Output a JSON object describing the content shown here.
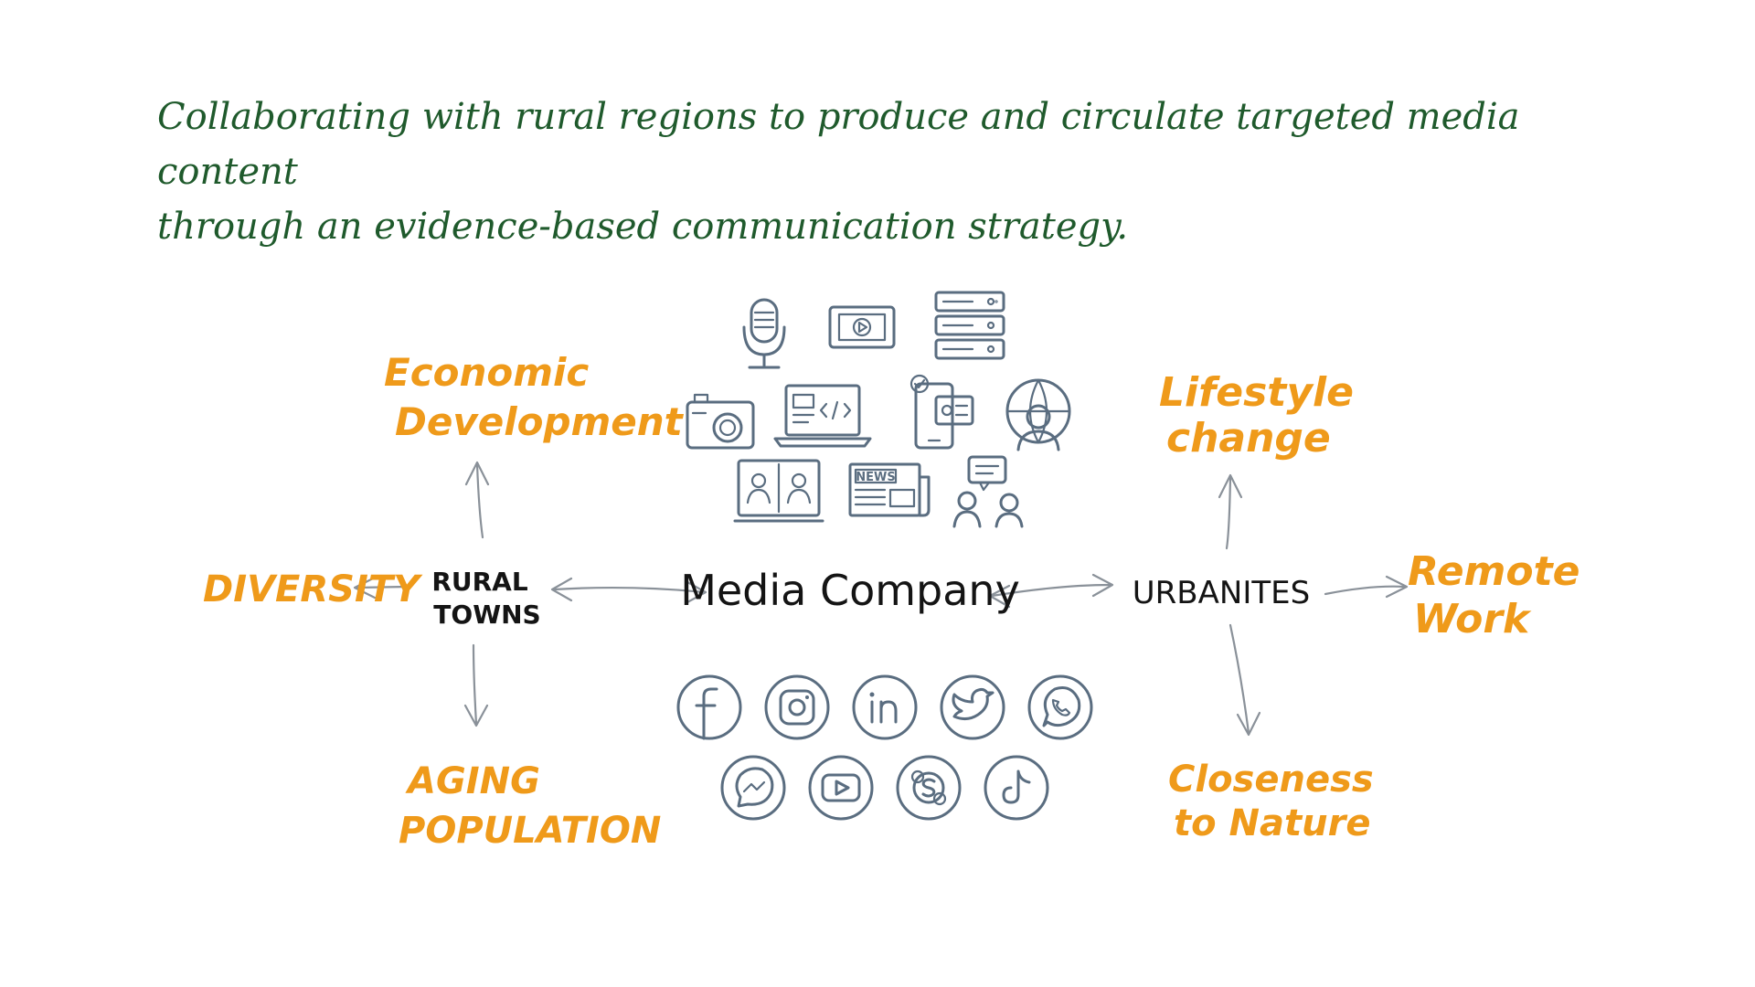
{
  "headline": {
    "line1": "Collaborating with rural regions to produce and circulate targeted media content",
    "line2": "through an evidence-based communication strategy."
  },
  "nodes": {
    "center": "Media Company",
    "rural": {
      "line1": "RURAL",
      "line2": "TOWNS"
    },
    "urban": "URBANITES"
  },
  "rural_outcomes": {
    "economic": {
      "line1": "Economic",
      "line2": "Development"
    },
    "diversity": "DIVERSITY",
    "aging": {
      "line1": "AGING",
      "line2": "POPULATION"
    }
  },
  "urban_outcomes": {
    "lifestyle": {
      "line1": "Lifestyle",
      "line2": "change"
    },
    "remote": {
      "line1": "Remote",
      "line2": "Work"
    },
    "nature": {
      "line1": "Closeness",
      "line2": "to Nature"
    }
  },
  "news_badge": "NEWS",
  "icons": {
    "media": [
      "microphone-icon",
      "video-player-icon",
      "server-icon",
      "camera-icon",
      "code-laptop-icon",
      "mobile-card-icon",
      "global-person-icon",
      "video-call-icon",
      "newspaper-icon",
      "chat-people-icon"
    ],
    "social": [
      "facebook-icon",
      "instagram-icon",
      "linkedin-icon",
      "twitter-icon",
      "whatsapp-icon",
      "messenger-icon",
      "youtube-icon",
      "skype-icon",
      "tiktok-icon"
    ]
  },
  "colors": {
    "headline": "#1f5a2c",
    "outcome": "#ef9a1a",
    "icon": "#5a6d80",
    "arrow": "#8a9199"
  }
}
